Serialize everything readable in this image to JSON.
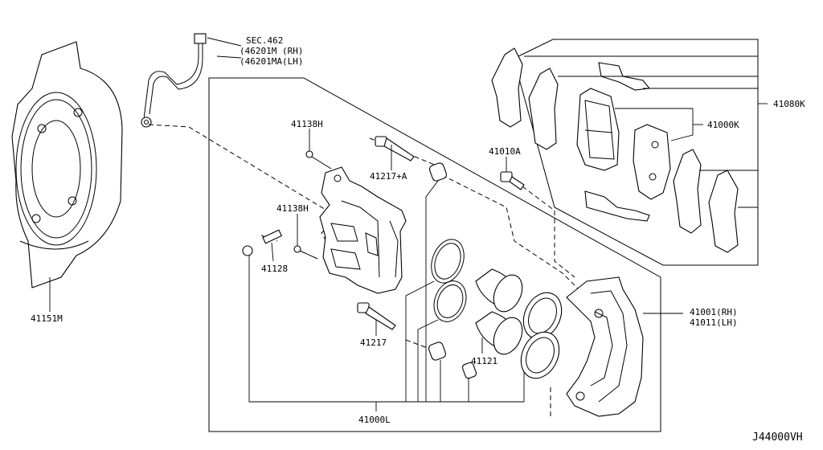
{
  "diagram": {
    "labels": {
      "sec_462": "SEC.462",
      "hose_rh": "(46201M (RH)",
      "hose_lh": "(46201MA(LH)",
      "p41138h_top": "41138H",
      "p41138h_mid": "41138H",
      "p41217a": "41217+A",
      "p41010a": "41010A",
      "p41080k": "41080K",
      "p41000k": "41000K",
      "p41128": "41128",
      "p41151m": "41151M",
      "p41001": "41001(RH)",
      "p41011": "41011(LH)",
      "p41217": "41217",
      "p41121": "41121",
      "p41000l": "41000L",
      "figure_code": "J44000VH"
    }
  }
}
